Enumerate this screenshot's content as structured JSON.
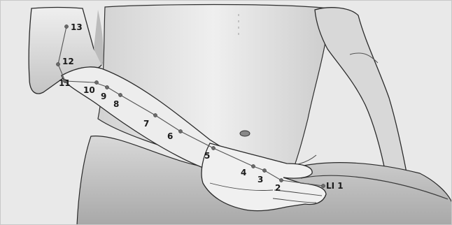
{
  "diagram": {
    "points": [
      {
        "id": "p13",
        "label": "13"
      },
      {
        "id": "p12",
        "label": "12"
      },
      {
        "id": "p11",
        "label": "11"
      },
      {
        "id": "p10",
        "label": "10"
      },
      {
        "id": "p9",
        "label": "9"
      },
      {
        "id": "p8",
        "label": "8"
      },
      {
        "id": "p7",
        "label": "7"
      },
      {
        "id": "p6",
        "label": "6"
      },
      {
        "id": "p5",
        "label": "5"
      },
      {
        "id": "p4",
        "label": "4"
      },
      {
        "id": "p3",
        "label": "3"
      },
      {
        "id": "p2",
        "label": "2"
      },
      {
        "id": "p1",
        "label": "LI 1"
      }
    ]
  },
  "colors": {
    "background": "#e8e8e8",
    "skin_light": "#f2f2f2",
    "skin_mid": "#cfcfcf",
    "skin_dark": "#a9a9a9",
    "outline": "#2a2a2a",
    "meridian": "#555555",
    "point": "#666666"
  }
}
